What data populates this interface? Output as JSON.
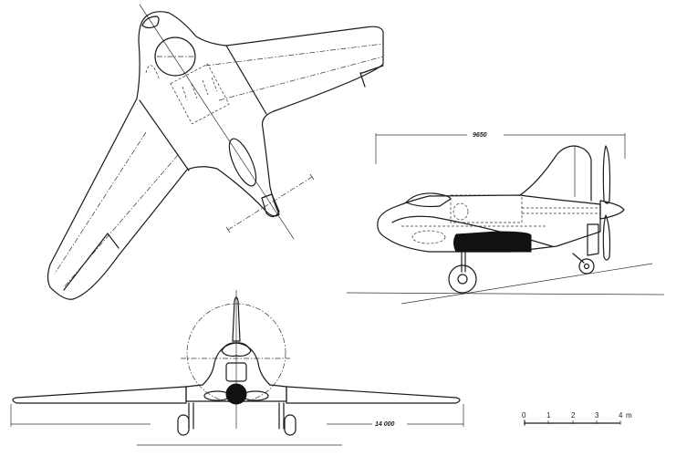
{
  "drawing": {
    "type": "three-view aircraft drawing",
    "views": [
      {
        "name": "plan-view",
        "description": "Top view, tailless swept wing with ventral pusher propeller"
      },
      {
        "name": "side-view",
        "description": "Side elevation with canopy, fin, pusher propeller, tail wheel"
      },
      {
        "name": "front-view",
        "description": "Front elevation with propeller disc circle and landing gear"
      }
    ],
    "dimensions": {
      "length_label": "9650",
      "span_label": "14 000"
    },
    "scale_bar": {
      "ticks": [
        "0",
        "1",
        "2",
        "3",
        "4"
      ],
      "unit": "m"
    },
    "colors": {
      "background": "#ffffff",
      "ink": "#1a1a1a"
    }
  }
}
